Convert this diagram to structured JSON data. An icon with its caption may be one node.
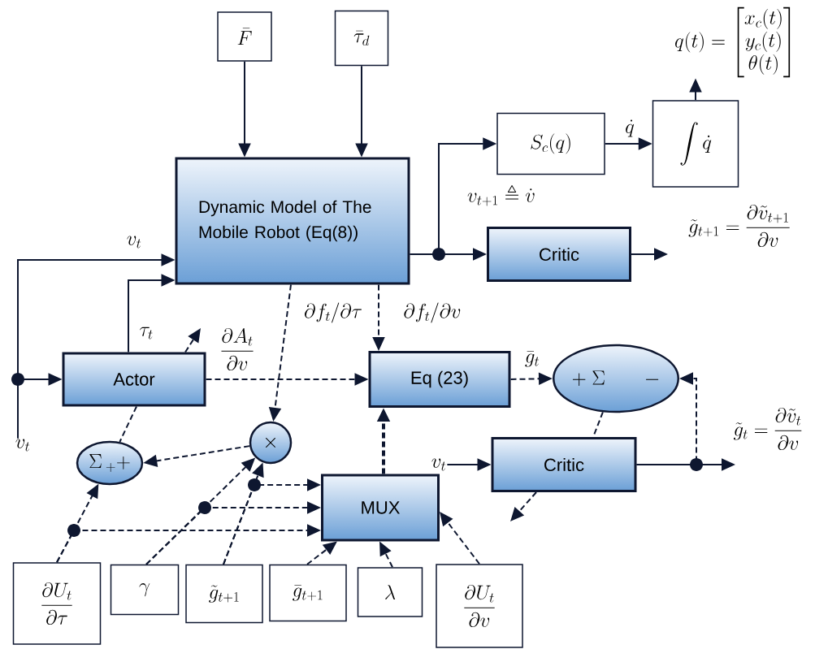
{
  "diagram": {
    "nodes": [
      {
        "text": [
          "\\bar{F}"
        ]
      },
      {
        "text": [
          "\\bar{\\tau}_d"
        ]
      },
      {
        "text": [
          "Dynamic Model of The Mobile Robot (Eq(8))"
        ]
      },
      {
        "text": [
          "S_c(q)"
        ]
      },
      {
        "text": [
          "\\int\\dot{q}"
        ]
      },
      {
        "text": [
          "q(t)=\\begin{bmatrix}x_c(t)\\\\y_c(t)\\\\\\theta(t)\\end{bmatrix}"
        ]
      },
      {
        "text": [
          "Critic"
        ]
      },
      {
        "text": [
          "v_t"
        ]
      },
      {
        "text": [
          "Actor"
        ]
      },
      {
        "text": [
          "Eq (23)"
        ]
      },
      {
        "text": [
          "\\times"
        ]
      },
      {
        "text": [
          "+\\ \\Sigma\\qquad -"
        ]
      },
      {
        "text": [
          "\\Sigma\\,{}_{+}{+}"
        ]
      },
      {
        "text": [
          "v_t"
        ]
      },
      {
        "text": [
          "Critic"
        ]
      },
      {
        "text": [
          "MUX"
        ]
      },
      {
        "text": [
          "\\frac{\\partial U_t}{\\partial \\tau}"
        ]
      },
      {
        "text": [
          "\\gamma"
        ]
      },
      {
        "text": [
          "\\tilde{g}_{t+1}"
        ]
      },
      {
        "text": [
          "\\bar{g}_{t+1}"
        ]
      },
      {
        "text": [
          "\\lambda"
        ]
      },
      {
        "text": [
          "\\frac{\\partial U_t}{\\partial v}"
        ]
      }
    ],
    "edges": [
      {
        "from": 0,
        "to": 2,
        "arrow": "to"
      },
      {
        "from": 1,
        "to": 2,
        "arrow": "to"
      },
      {
        "from": 2,
        "to": 3,
        "arrow": "to",
        "label": "v_{t+1}\\triangleq\\dot{v}"
      },
      {
        "from": 2,
        "to": 6,
        "arrow": "to"
      },
      {
        "from": 3,
        "to": 4,
        "arrow": "to",
        "label": "\\dot{q}"
      },
      {
        "from": 4,
        "to": 5,
        "arrow": "to"
      },
      {
        "from": 6,
        "to": null,
        "arrow": "to"
      },
      {
        "from": 7,
        "to": 2,
        "arrow": "to",
        "label": "v_t"
      },
      {
        "from": 7,
        "to": 8,
        "arrow": "to"
      },
      {
        "from": 8,
        "to": 2,
        "arrow": "to",
        "label": "\\tau_t"
      },
      {
        "from": 8,
        "to": null,
        "arrow": "to",
        "style": "dashed"
      },
      {
        "from": 8,
        "to": 9,
        "arrow": "to",
        "style": "dashed",
        "label": "\\frac{\\partial A_t}{\\partial v}"
      },
      {
        "from": 2,
        "to": 10,
        "arrow": "to",
        "style": "dashed",
        "label": "\\partial f_t/\\partial\\tau"
      },
      {
        "from": 2,
        "to": 9,
        "arrow": "to",
        "style": "dashed",
        "label": "\\partial f_t/\\partial v"
      },
      {
        "from": 9,
        "to": 11,
        "arrow": "to",
        "style": "dashed",
        "label": "\\bar{g}_t"
      },
      {
        "from": 14,
        "to": 11,
        "arrow": "to",
        "style": "dashed"
      },
      {
        "from": 14,
        "to": null,
        "arrow": "to"
      },
      {
        "from": 11,
        "to": 14,
        "arrow": "none",
        "style": "dashed"
      },
      {
        "from": 14,
        "to": null,
        "arrow": "to",
        "style": "dashed"
      },
      {
        "from": 13,
        "to": 14,
        "arrow": "to"
      },
      {
        "from": 15,
        "to": 9,
        "arrow": "to",
        "style": "dashed"
      },
      {
        "from": 8,
        "to": 12,
        "arrow": "none",
        "style": "dashed"
      },
      {
        "from": 10,
        "to": 12,
        "arrow": "to",
        "style": "dashed"
      },
      {
        "from": 16,
        "to": 12,
        "arrow": "to",
        "style": "dashed"
      },
      {
        "from": 16,
        "to": 15,
        "arrow": "to",
        "style": "dashed"
      },
      {
        "from": 17,
        "to": 10,
        "arrow": "to",
        "style": "dashed"
      },
      {
        "from": 17,
        "to": 15,
        "arrow": "to",
        "style": "dashed"
      },
      {
        "from": 18,
        "to": 10,
        "arrow": "to",
        "style": "dashed"
      },
      {
        "from": 18,
        "to": 15,
        "arrow": "to",
        "style": "dashed"
      },
      {
        "from": 19,
        "to": 15,
        "arrow": "to",
        "style": "dashed"
      },
      {
        "from": 20,
        "to": 15,
        "arrow": "to",
        "style": "dashed"
      },
      {
        "from": 21,
        "to": 15,
        "arrow": "to",
        "style": "dashed"
      }
    ],
    "labels": [
      "\\tilde{g}_{t+1}=\\frac{\\partial\\tilde{v}_{t+1}}{\\partial v}",
      "\\tilde{g}_t=\\frac{\\partial\\tilde{v}_t}{\\partial v}"
    ]
  }
}
